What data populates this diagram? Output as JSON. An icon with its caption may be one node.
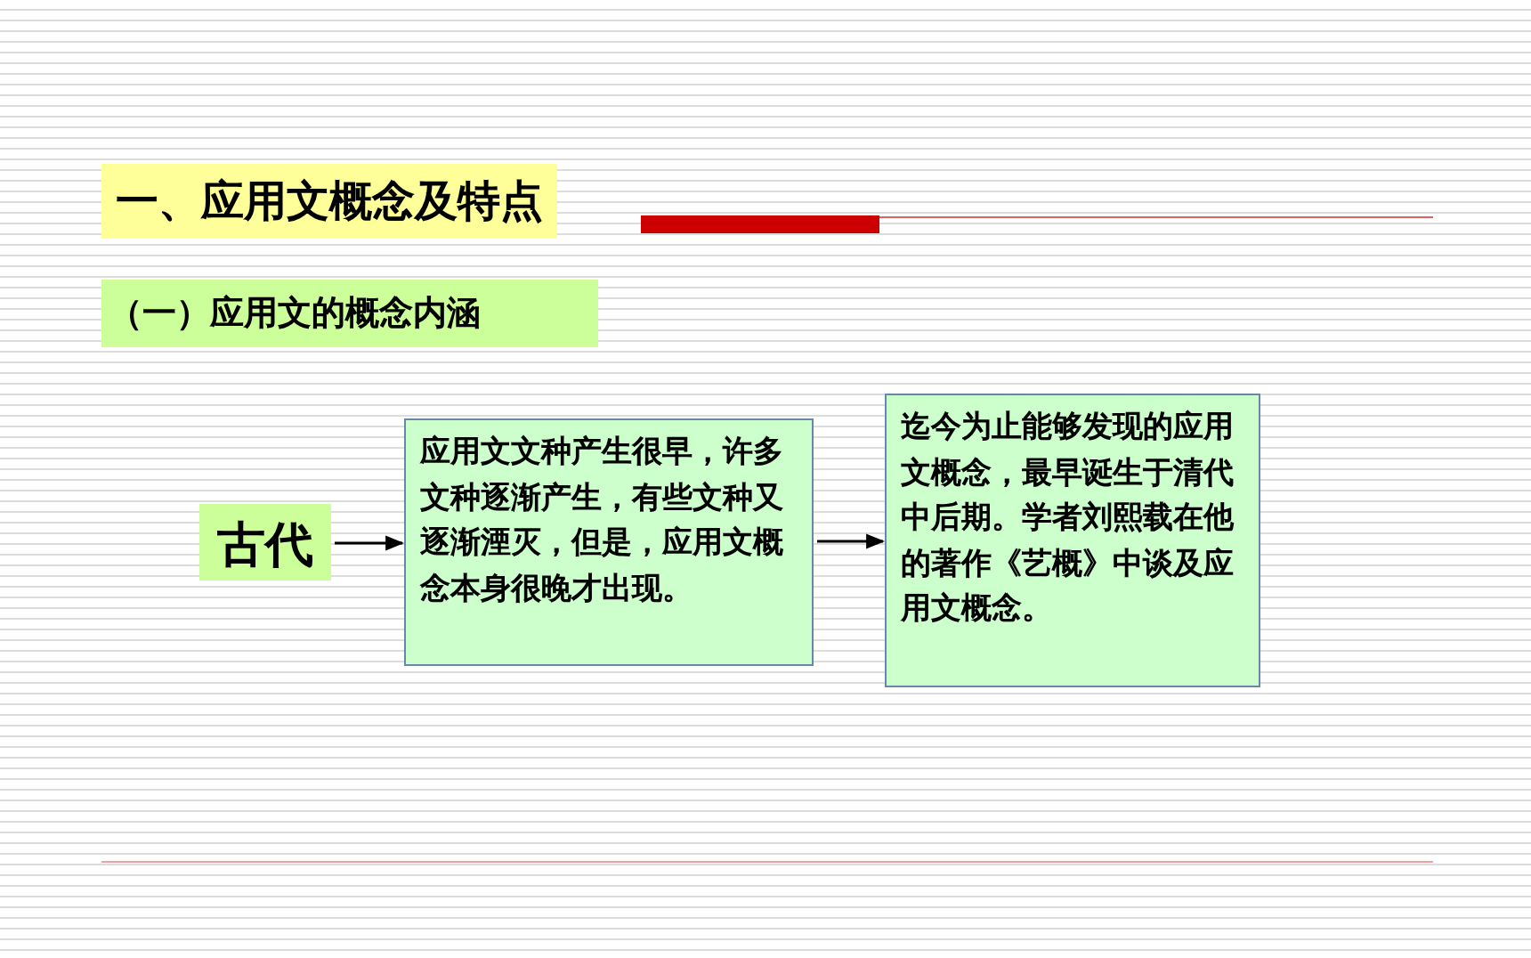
{
  "diagram": {
    "title": "一、应用文概念及特点",
    "nodes": [
      {
        "text": [
          "古代"
        ]
      },
      {
        "text": [
          "应用文文种产生很早，许多文种逐渐产生，有些文种又逐渐湮灭，但是，应用文概念本身很晚才出现。"
        ]
      },
      {
        "text": [
          "迄今为止能够发现的应用文概念，最早诞生于清代中后期。学者刘熙载在他的著作《艺概》中谈及应用文概念。"
        ]
      }
    ],
    "edges": [
      {
        "from": 0,
        "to": 1,
        "arrow": "to"
      },
      {
        "from": 1,
        "to": 2,
        "arrow": "to"
      }
    ],
    "labels": [
      "（一）应用文的概念内涵"
    ]
  }
}
